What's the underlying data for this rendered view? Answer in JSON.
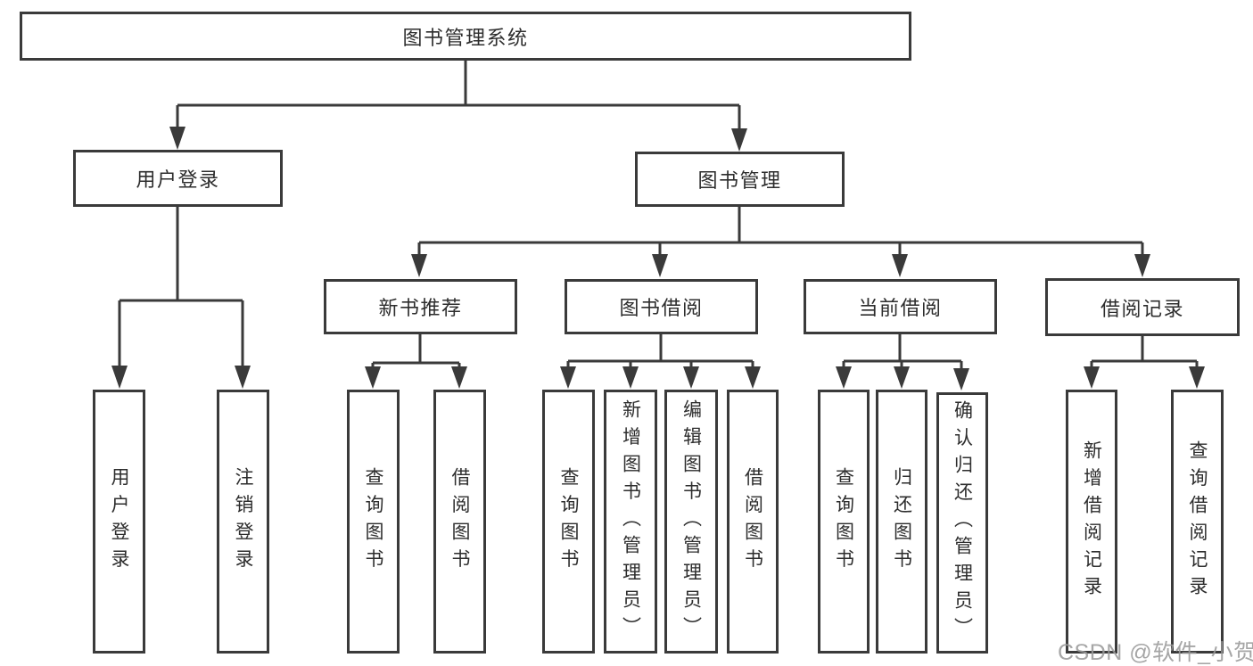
{
  "colors": {
    "line": "#3a3a3a",
    "box_border": "#3a3a3a",
    "text": "#2d2d2d",
    "watermark": "#9a9a9a",
    "background": "#ffffff"
  },
  "watermark": {
    "text": "CSDN @软件_小贺同学"
  },
  "nodes": {
    "root": {
      "label": "图书管理系统"
    },
    "user_login": {
      "label": "用户登录"
    },
    "book_management": {
      "label": "图书管理"
    },
    "new_book_recommend": {
      "label": "新书推荐"
    },
    "book_borrowing": {
      "label": "图书借阅"
    },
    "current_borrowing": {
      "label": "当前借阅"
    },
    "borrowing_records": {
      "label": "借阅记录"
    },
    "leaf_user_login": {
      "label": "用户登录"
    },
    "leaf_logout": {
      "label": "注销登录"
    },
    "leaf_nb_query": {
      "label": "查询图书"
    },
    "leaf_nb_borrow": {
      "label": "借阅图书"
    },
    "leaf_bb_query": {
      "label": "查询图书"
    },
    "leaf_bb_add": {
      "label": "新增图书（管理员）"
    },
    "leaf_bb_edit": {
      "label": "编辑图书（管理员）"
    },
    "leaf_bb_borrow": {
      "label": "借阅图书"
    },
    "leaf_cb_query": {
      "label": "查询图书"
    },
    "leaf_cb_return": {
      "label": "归还图书"
    },
    "leaf_cb_confirm": {
      "label": "确认归还（管理员）"
    },
    "leaf_br_add": {
      "label": "新增借阅记录"
    },
    "leaf_br_query": {
      "label": "查询借阅记录"
    }
  },
  "edges": [
    [
      "root",
      "user_login"
    ],
    [
      "root",
      "book_management"
    ],
    [
      "user_login",
      "leaf_user_login"
    ],
    [
      "user_login",
      "leaf_logout"
    ],
    [
      "book_management",
      "new_book_recommend"
    ],
    [
      "book_management",
      "book_borrowing"
    ],
    [
      "book_management",
      "current_borrowing"
    ],
    [
      "book_management",
      "borrowing_records"
    ],
    [
      "new_book_recommend",
      "leaf_nb_query"
    ],
    [
      "new_book_recommend",
      "leaf_nb_borrow"
    ],
    [
      "book_borrowing",
      "leaf_bb_query"
    ],
    [
      "book_borrowing",
      "leaf_bb_add"
    ],
    [
      "book_borrowing",
      "leaf_bb_edit"
    ],
    [
      "book_borrowing",
      "leaf_bb_borrow"
    ],
    [
      "current_borrowing",
      "leaf_cb_query"
    ],
    [
      "current_borrowing",
      "leaf_cb_return"
    ],
    [
      "current_borrowing",
      "leaf_cb_confirm"
    ],
    [
      "borrowing_records",
      "leaf_br_add"
    ],
    [
      "borrowing_records",
      "leaf_br_query"
    ]
  ]
}
